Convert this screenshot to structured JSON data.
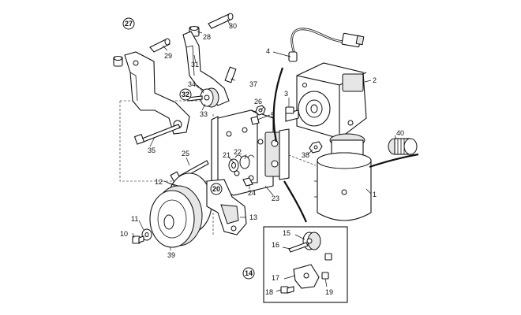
{
  "labels": {
    "l1": "1",
    "l2": "2",
    "l3": "3",
    "l4": "4",
    "l5": "5",
    "l10": "10",
    "l11": "11",
    "l12": "12",
    "l13": "13",
    "l14": "14",
    "l15": "15",
    "l16": "16",
    "l17": "17",
    "l18": "18",
    "l19": "19",
    "l20": "20",
    "l21": "21",
    "l22": "22",
    "l23": "23",
    "l24": "24",
    "l25": "25",
    "l26": "26",
    "l27": "27",
    "l28": "28",
    "l29": "29",
    "l30": "30",
    "l31": "31",
    "l32": "32",
    "l33": "33",
    "l34": "34",
    "l35": "35",
    "l37": "37",
    "l38": "38",
    "l39": "39",
    "l40": "40"
  }
}
